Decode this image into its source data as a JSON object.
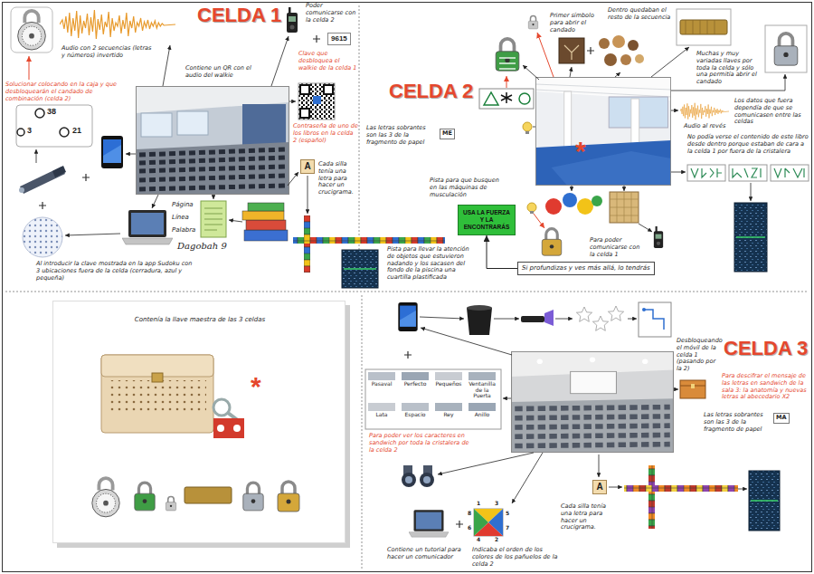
{
  "diagram": {
    "nodes": [
      {
        "text": [
          "Contenía la llave maestra de las 3 celdas",
          "*"
        ]
      },
      {
        "text": [
          "9615"
        ]
      },
      {
        "text": [
          "A"
        ]
      },
      {
        "text": [
          "ME"
        ]
      },
      {
        "text": [
          "USA LA FUERZA Y LA ENCONTRARÁS"
        ]
      },
      {
        "text": [
          "Si profundizas y ves más allá, lo tendrás"
        ]
      },
      {
        "text": [
          "A"
        ]
      },
      {
        "text": [
          "MA"
        ]
      }
    ],
    "edges": [
      {
        "from": 5,
        "to": 4,
        "arrow": "to"
      }
    ],
    "labels": [
      "CELDA 1",
      "Poder comunicarse con la celda 2",
      "Clave que desbloquea el walkie de la celda 1",
      "Audio con 2 secuencias (letras y números) invertido",
      "Solucionar colocando en la caja y que desbloquearán el candado de combinación (celda 2)",
      "Contiene un QR con el audio del walkie",
      "Contraseña de uno de los libros en la celda 2 (español)",
      "38",
      "3",
      "21",
      "Cada silla tenía una letra para hacer un crucigrama.",
      "Página",
      "Línea",
      "Palabra",
      "Dagobah 9",
      "Al introducir la clave mostrada en la app Sudoku con 3 ubicaciones fuera de la celda (cerradura, azul y pequeña)",
      "Las letras sobrantes son las 3 de la fragmento de papel",
      "CELDA 2",
      "Primer símbolo para abrir el candado",
      "Dentro quedaban el resto de la secuencia",
      "Muchas y muy variadas llaves por toda la celda y sólo una permitía abrir el candado",
      "Audio al revés",
      "Los datos que fuera dependía de que se comunicasen entre las celdas",
      "No podía verse el contenido de este libro desde dentro porque estaban de cara a la celda 1 por fuera de la cristalera",
      "Pista para que busquen en las máquinas de musculación",
      "Pista para llevar la atención de objetos que estuvieron nadando y los sacasen del fondo de la piscina una cuartilla plastificada",
      "Para poder comunicarse con la celda 1",
      "*",
      "CELDA 3",
      "Desbloqueando el móvil de la celda 1 (pasando por la 2)",
      "Para descifrar el mensaje de las letras en sandwich de la sala 3: la anatomía y nuevas letras al abecedario X2",
      "Para poder ver los caracteres en sandwich por toda la cristalera de la celda 2",
      "Las letras sobrantes son las 3 de la fragmento de papel",
      "Cada silla tenía una letra para hacer un crucigrama.",
      "Contiene un tutorial para hacer un comunicador",
      "Indicaba el orden de los colores de los pañuelos de la celda 2",
      "Pasaval",
      "Perfecto",
      "Pequeños",
      "Ventanilla de la Puerta",
      "Lata",
      "Espacio",
      "Rey",
      "Anillo",
      "1",
      "3",
      "5",
      "7",
      "2",
      "4",
      "6",
      "8"
    ]
  }
}
